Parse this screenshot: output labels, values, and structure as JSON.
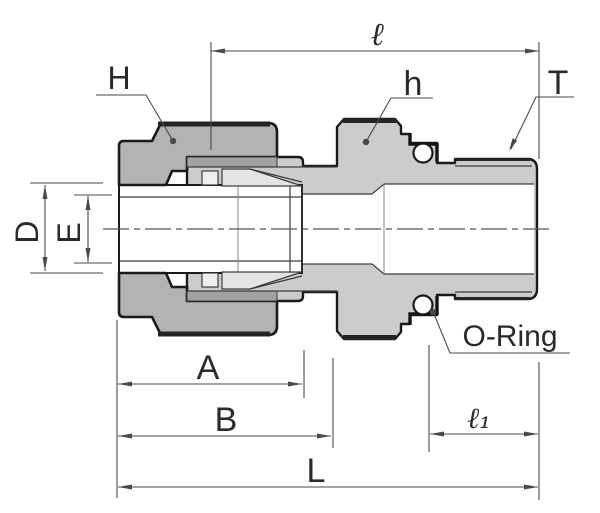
{
  "title": "Tube fitting male connector cross-section drawing",
  "labels": {
    "H": "H",
    "h": "h",
    "T": "T",
    "l": "ℓ",
    "D": "D",
    "E": "E",
    "A": "A",
    "B": "B",
    "L": "L",
    "l1": "ℓ₁",
    "o_ring": "O-Ring"
  },
  "colors": {
    "outline": "#1a1a1a",
    "body_fill": "#cccccc",
    "nut_fill": "#b3b3b3",
    "shadow_fill": "#a2a2a2",
    "dimension": "#4a4a4a",
    "background": "#ffffff"
  }
}
